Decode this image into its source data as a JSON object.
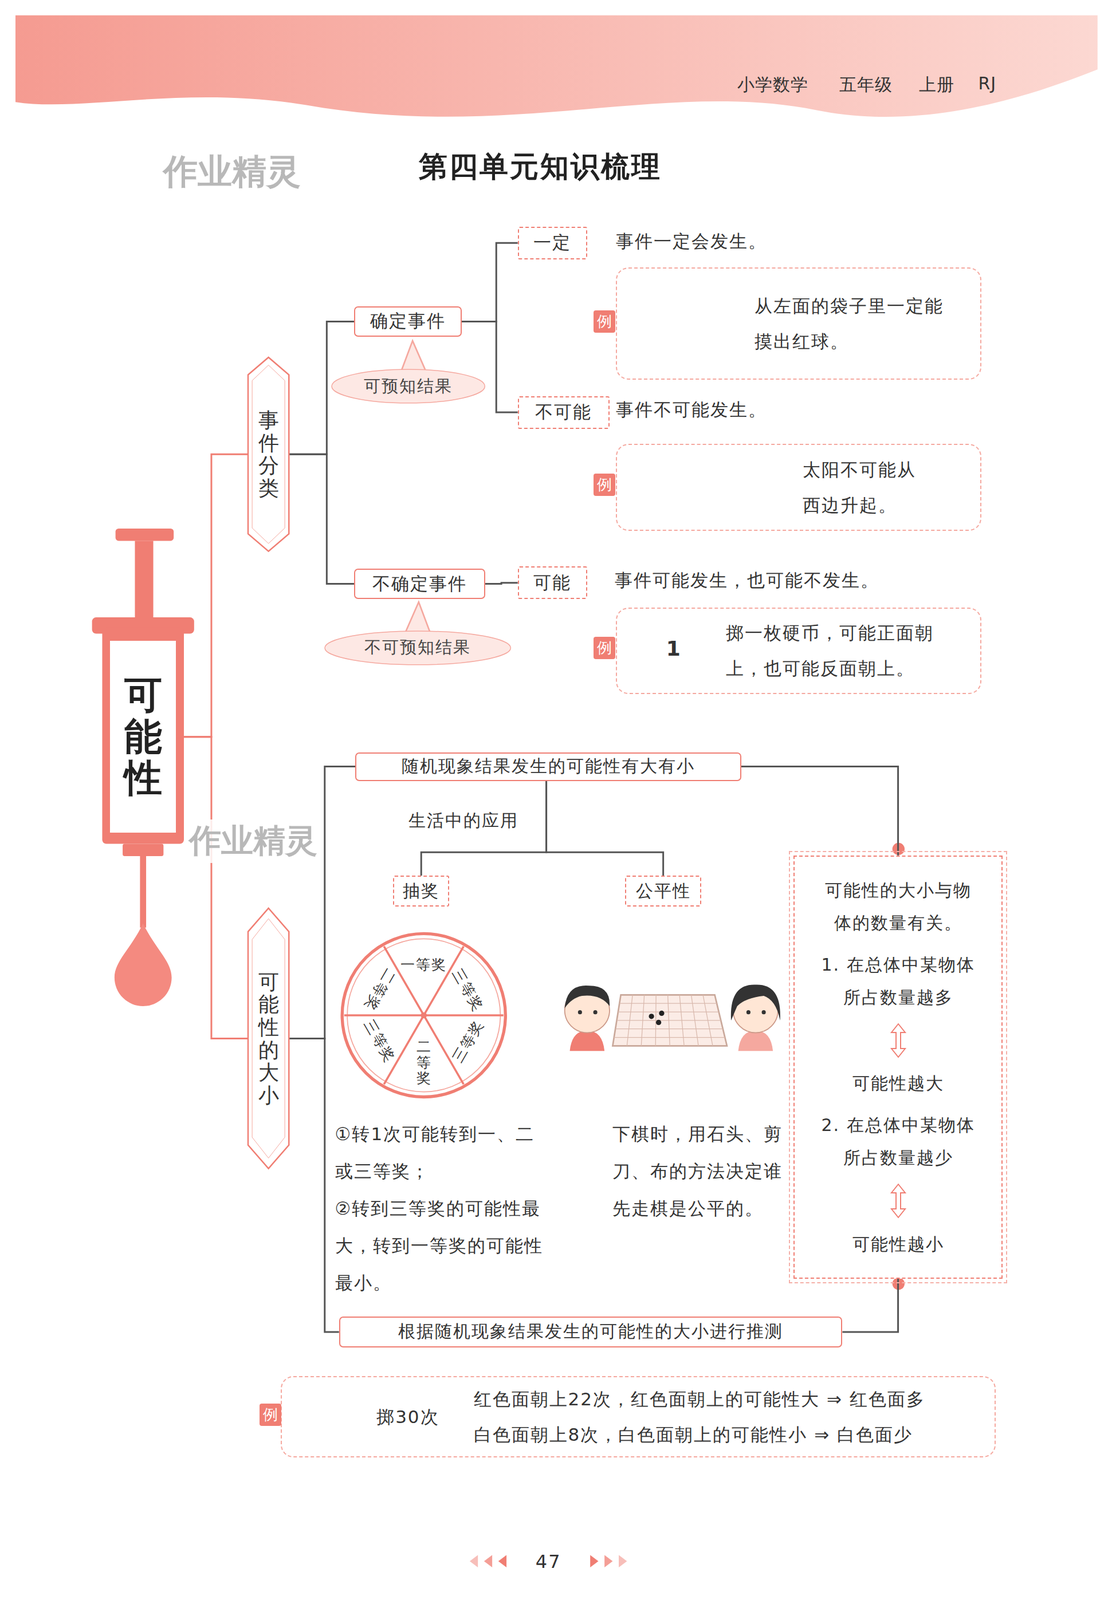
{
  "diagram": {
    "title": "第四单元知识梳理",
    "nodes": [
      {
        "text": [
          "可能性"
        ]
      },
      {
        "text": [
          "事件分类"
        ]
      },
      {
        "text": [
          "确定事件"
        ]
      },
      {
        "text": [
          "可预知结果"
        ]
      },
      {
        "text": [
          "一定"
        ]
      },
      {
        "text": [
          "从左面的袋子里一定能摸出红球。"
        ]
      },
      {
        "text": [
          "不可能"
        ]
      },
      {
        "text": [
          "太阳不可能从西边升起。"
        ]
      },
      {
        "text": [
          "不确定事件"
        ]
      },
      {
        "text": [
          "不可预知结果"
        ]
      },
      {
        "text": [
          "可能"
        ]
      },
      {
        "text": [
          "掷一枚硬币，可能正面朝上，也可能反面朝上。"
        ]
      },
      {
        "text": [
          "可能性的大小"
        ]
      },
      {
        "text": [
          "随机现象结果发生的可能性有大有小"
        ]
      },
      {
        "text": [
          "抽奖"
        ]
      },
      {
        "text": [
          "公平性"
        ]
      },
      {
        "text": [
          "可能性的大小与物体的数量有关。",
          "1. 在总体中某物体所占数量越多",
          "可能性越大",
          "2. 在总体中某物体所占数量越少",
          "可能性越小"
        ]
      },
      {
        "text": [
          "根据随机现象结果发生的可能性的大小进行推测"
        ]
      },
      {
        "text": [
          "掷30次",
          "红色面朝上22次，红色面朝上的可能性大 ⇒ 红色面多",
          "白色面朝上8次，白色面朝上的可能性小 ⇒ 白色面少"
        ]
      }
    ],
    "edges": [
      {
        "from": 0,
        "to": 1,
        "arrow": "none"
      },
      {
        "from": 0,
        "to": 12,
        "arrow": "none"
      },
      {
        "from": 1,
        "to": 2,
        "arrow": "none"
      },
      {
        "from": 1,
        "to": 8,
        "arrow": "none"
      },
      {
        "from": 2,
        "to": 4,
        "arrow": "none"
      },
      {
        "from": 2,
        "to": 6,
        "arrow": "none"
      },
      {
        "from": 8,
        "to": 10,
        "arrow": "none"
      },
      {
        "from": 12,
        "to": 13,
        "arrow": "none"
      },
      {
        "from": 12,
        "to": 17,
        "arrow": "none"
      },
      {
        "from": 13,
        "to": 14,
        "arrow": "none"
      },
      {
        "from": 13,
        "to": 15,
        "arrow": "none"
      },
      {
        "from": 13,
        "to": 16,
        "arrow": "none"
      },
      {
        "from": 16,
        "to": 17,
        "arrow": "none"
      }
    ],
    "labels": [
      "小学数学",
      "五年级",
      "上册",
      "RJ",
      "作业精灵",
      "作业精灵",
      "事件一定会发生。",
      "例",
      "事件不可能发生。",
      "例",
      "事件可能发生，也可能不发生。",
      "例",
      "1",
      "生活中的应用",
      "一等奖",
      "三等奖",
      "三等奖",
      "二等奖",
      "三等奖",
      "二等奖",
      "①转1次可能转到一、二或三等奖；",
      "②转到三等奖的可能性最大，转到一等奖的可能性最小。",
      "下棋时，用石头、剪刀、布的方法决定谁先走棋是公平的。",
      "例",
      "47"
    ]
  }
}
